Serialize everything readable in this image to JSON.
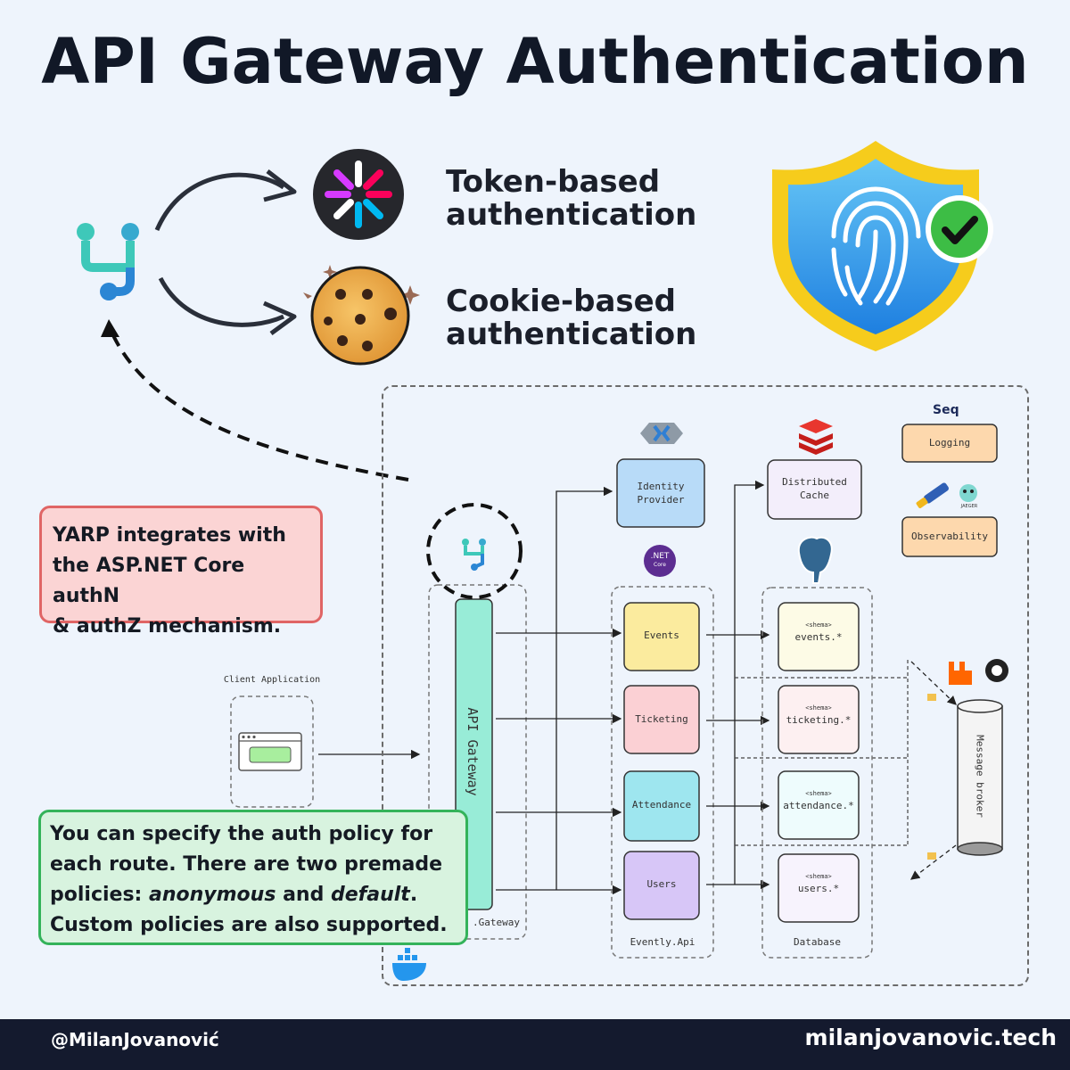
{
  "title": "API Gateway Authentication",
  "auth": {
    "token_label_1": "Token-based",
    "token_label_2": "authentication",
    "cookie_label_1": "Cookie-based",
    "cookie_label_2": "authentication"
  },
  "callouts": {
    "yarp": [
      "YARP integrates with",
      "the ASP.NET Core authN",
      "& authZ mechanism."
    ],
    "policy_line1": "You can specify the auth policy for",
    "policy_line2": "each route. There are two premade",
    "policy_line3_prefix": "policies: ",
    "policy_anonymous": "anonymous",
    "policy_and": " and ",
    "policy_default": "default",
    "policy_period": ".",
    "policy_line4": "Custom policies are also supported."
  },
  "diagram": {
    "client_label": "Client Application",
    "gateway_label": "API Gateway",
    "gateway_group_label": ".Gateway",
    "identity_provider": [
      "Identity",
      "Provider"
    ],
    "distributed_cache": [
      "Distributed",
      "Cache"
    ],
    "seq_label": "Seq",
    "logging": "Logging",
    "observability": "Observability",
    "jaeger_label": "JAEGER",
    "net_badge": [
      ".NET",
      "Core"
    ],
    "services": [
      "Events",
      "Ticketing",
      "Attendance",
      "Users"
    ],
    "api_group_label": "Evently.Api",
    "schema_tag": "<shema>",
    "schemas": [
      "events.*",
      "ticketing.*",
      "attendance.*",
      "users.*"
    ],
    "database_label": "Database",
    "broker_label": "Message broker"
  },
  "colors": {
    "background": "#eef4fc",
    "gateway": "#98ecd7",
    "events": "#fbeb9e",
    "ticketing": "#fbd0d4",
    "attendance": "#9ee6ef",
    "users": "#d7c6f7",
    "identity": "#b8dbf8",
    "cache": "#f3eefb",
    "logging": "#fdd8ad",
    "yarp_callout": "#fbd4d4",
    "policy_callout": "#d8f3df",
    "footer": "#141a2e",
    "accent_teal": "#2bb6b0"
  },
  "footer": {
    "handle": "@MilanJovanović",
    "site": "milanjovanovic.tech"
  }
}
